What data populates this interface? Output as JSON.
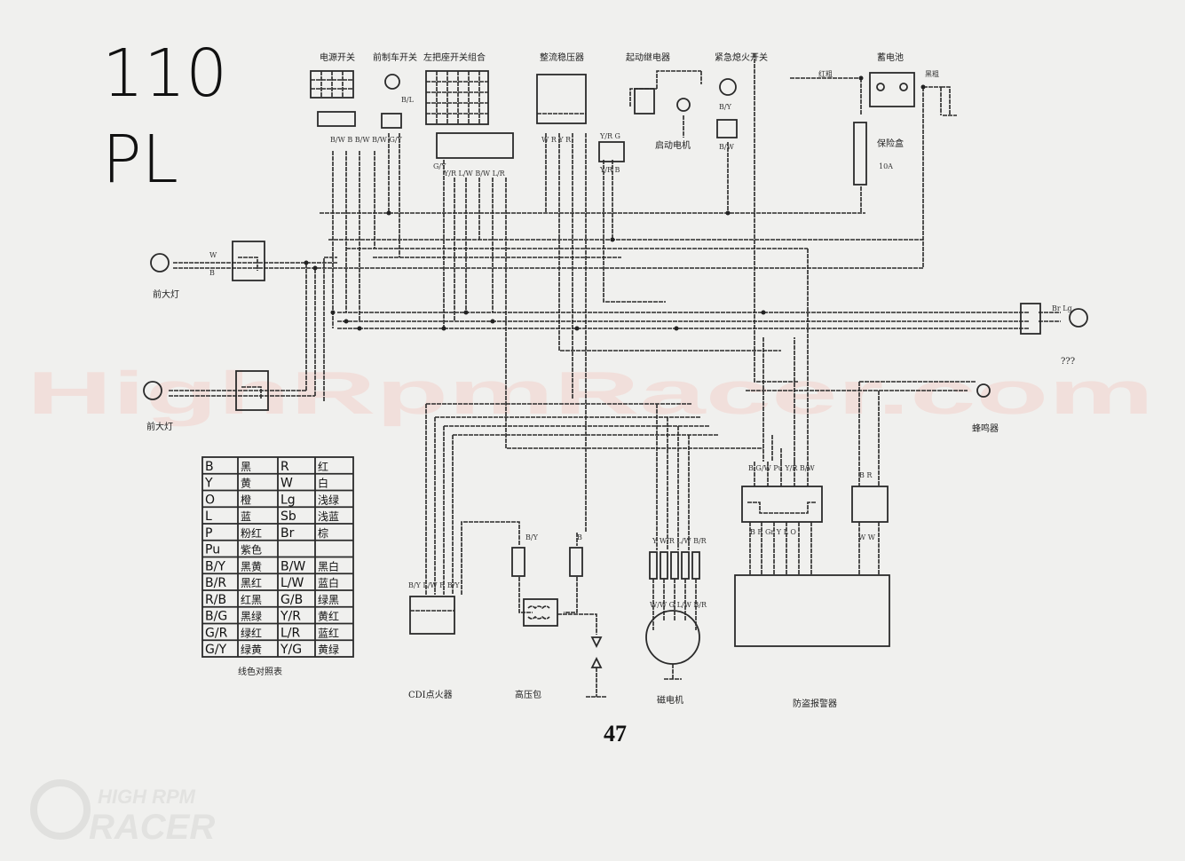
{
  "handwritten_title": [
    "110",
    "PL"
  ],
  "watermark": "HighRpmRacer.com",
  "logo": {
    "line1": "HIGH RPM",
    "line2": "RACER"
  },
  "page_number": "47",
  "components": {
    "power_switch": "电源开关",
    "front_brake_switch": "前制车开关",
    "left_handlebar_switch": "左把座开关组合",
    "rectifier": "整流稳压器",
    "starter_relay": "起动继电器",
    "kill_switch": "紧急熄火开关",
    "battery": "蓄电池",
    "red_thick": "红粗",
    "black_thick": "黑粗",
    "fuse_box": "保险盒",
    "fuse_rating": "10A",
    "starter_motor": "启动电机",
    "headlight_1": "前大灯",
    "headlight_2": "前大灯",
    "unknown": "???",
    "buzzer": "蜂鸣器",
    "cdi": "CDI点火器",
    "ignition_coil": "高压包",
    "magneto": "磁电机",
    "alarm": "防盗报警器"
  },
  "wire_labels": {
    "power_switch": "B/W  B   B/W  B/W  G/Y",
    "brake_switch": "B/L",
    "left_switch_a": "G/Y",
    "left_switch_b": "Y/R  L/W  B/W  L/R",
    "rectifier": "W  R  Y  R",
    "relay_a": "Y/R  G",
    "relay_b": "Y/R  B",
    "kill_a": "B/Y",
    "kill_b": "B/W",
    "headlight_w": "W",
    "headlight_b": "B",
    "right_light": "Br  Lg",
    "alarm_top": "B  G/W  Pu  Y/R  B/W",
    "alarm_bottom": "B  R  Gr  Y  L  O",
    "buzzer_wires": "B  R",
    "alarm_w": "W  W",
    "coil_in": "B/Y",
    "coil_b": "B",
    "magneto_top": "Y  W/R  L/W  B/R",
    "magneto_bottom": "W/W  G  L/W  B/R",
    "cdi_wires": "B/Y  L/W  R  B/Y"
  },
  "color_table": {
    "caption": "线色对照表",
    "rows": [
      [
        "B",
        "黑",
        "R",
        "红"
      ],
      [
        "Y",
        "黄",
        "W",
        "白"
      ],
      [
        "O",
        "橙",
        "Lg",
        "浅绿"
      ],
      [
        "L",
        "蓝",
        "Sb",
        "浅蓝"
      ],
      [
        "P",
        "粉红",
        "Br",
        "棕"
      ],
      [
        "Pu",
        "紫色",
        "",
        ""
      ],
      [
        "B/Y",
        "黑黄",
        "B/W",
        "黑白"
      ],
      [
        "B/R",
        "黑红",
        "L/W",
        "蓝白"
      ],
      [
        "R/B",
        "红黑",
        "G/B",
        "绿黑"
      ],
      [
        "B/G",
        "黑绿",
        "Y/R",
        "黄红"
      ],
      [
        "G/R",
        "绿红",
        "L/R",
        "蓝红"
      ],
      [
        "G/Y",
        "绿黄",
        "Y/G",
        "黄绿"
      ]
    ]
  }
}
